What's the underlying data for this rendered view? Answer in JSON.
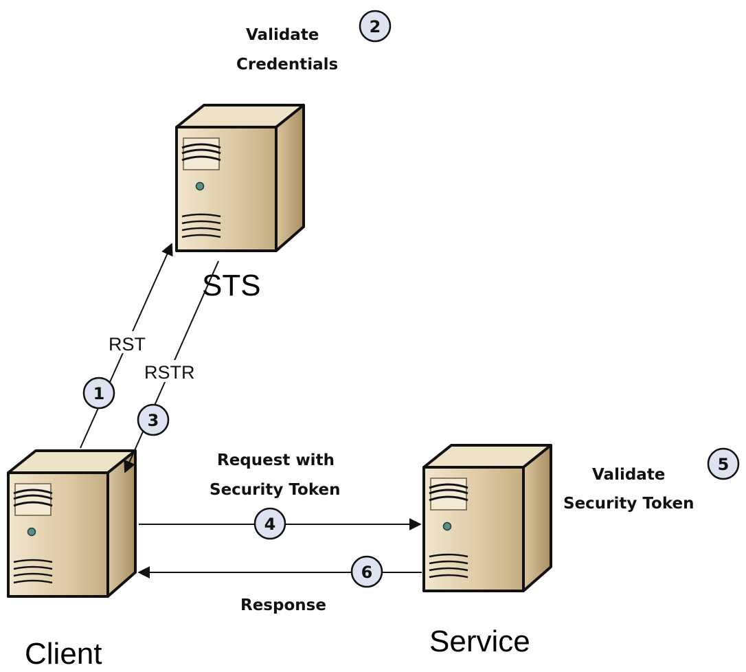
{
  "nodes": {
    "sts": {
      "label": "STS"
    },
    "client": {
      "label": "Client"
    },
    "service": {
      "label": "Service"
    }
  },
  "annotations": {
    "validate_credentials": [
      "Validate",
      "Credentials"
    ],
    "validate_security_token": [
      "Validate",
      "Security Token"
    ],
    "request_with_token": [
      "Request with",
      "Security Token"
    ],
    "response": "Response"
  },
  "edges": {
    "rst": "RST",
    "rstr": "RSTR"
  },
  "steps": [
    "1",
    "2",
    "3",
    "4",
    "5",
    "6"
  ],
  "colors": {
    "server_light": "#e6d7b9",
    "server_mid": "#c9b48c",
    "server_dark": "#8c7751",
    "step_fill": "#dde3f0",
    "line": "#111111"
  }
}
